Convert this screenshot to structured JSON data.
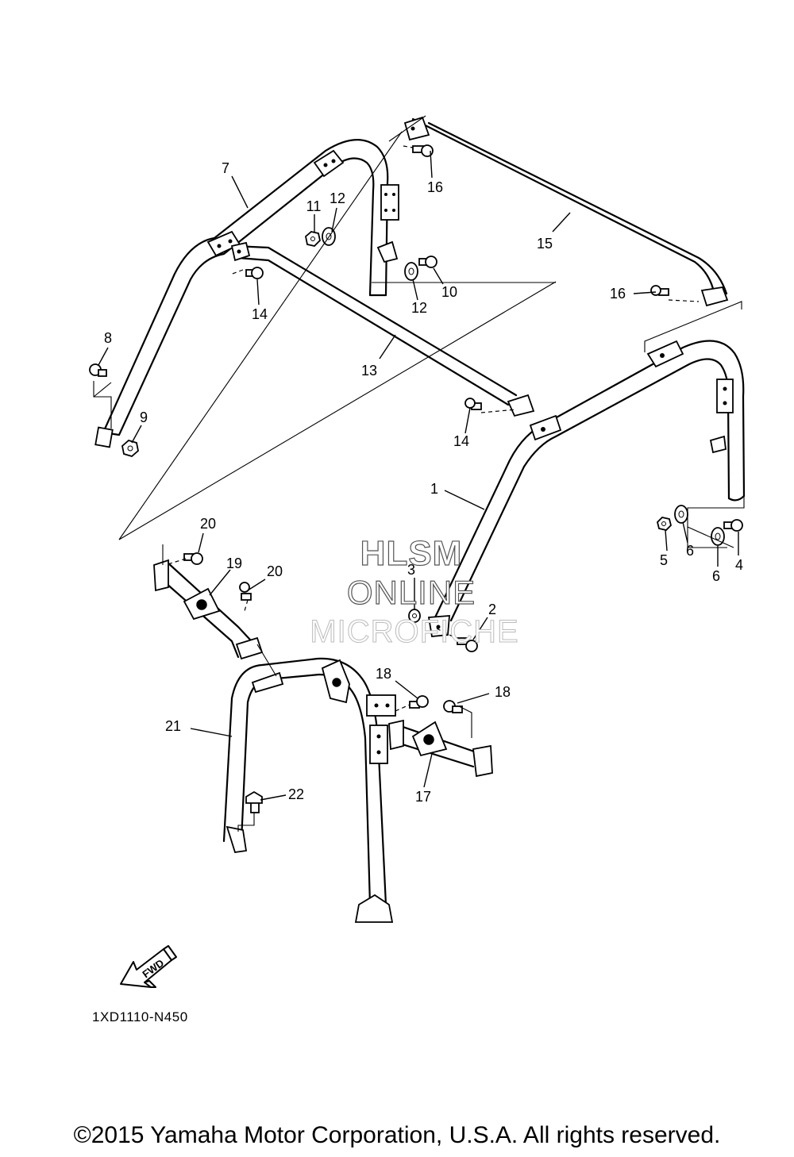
{
  "callouts": {
    "c1": "1",
    "c2": "2",
    "c3": "3",
    "c4": "4",
    "c5": "5",
    "c6a": "6",
    "c6b": "6",
    "c7": "7",
    "c8": "8",
    "c9": "9",
    "c10": "10",
    "c11": "11",
    "c12a": "12",
    "c12b": "12",
    "c13": "13",
    "c14a": "14",
    "c14b": "14",
    "c15": "15",
    "c16a": "16",
    "c16b": "16",
    "c17": "17",
    "c18a": "18",
    "c18b": "18",
    "c19": "19",
    "c20a": "20",
    "c20b": "20",
    "c21": "21",
    "c22": "22"
  },
  "watermark": {
    "line1": "HLSM",
    "line2": "ONLINE",
    "line3": "MICROFICHE"
  },
  "fwd_arrow": "FWD",
  "drawing_code": "1XD1110-N450",
  "copyright": "©2015 Yamaha Motor Corporation, U.S.A. All rights reserved."
}
